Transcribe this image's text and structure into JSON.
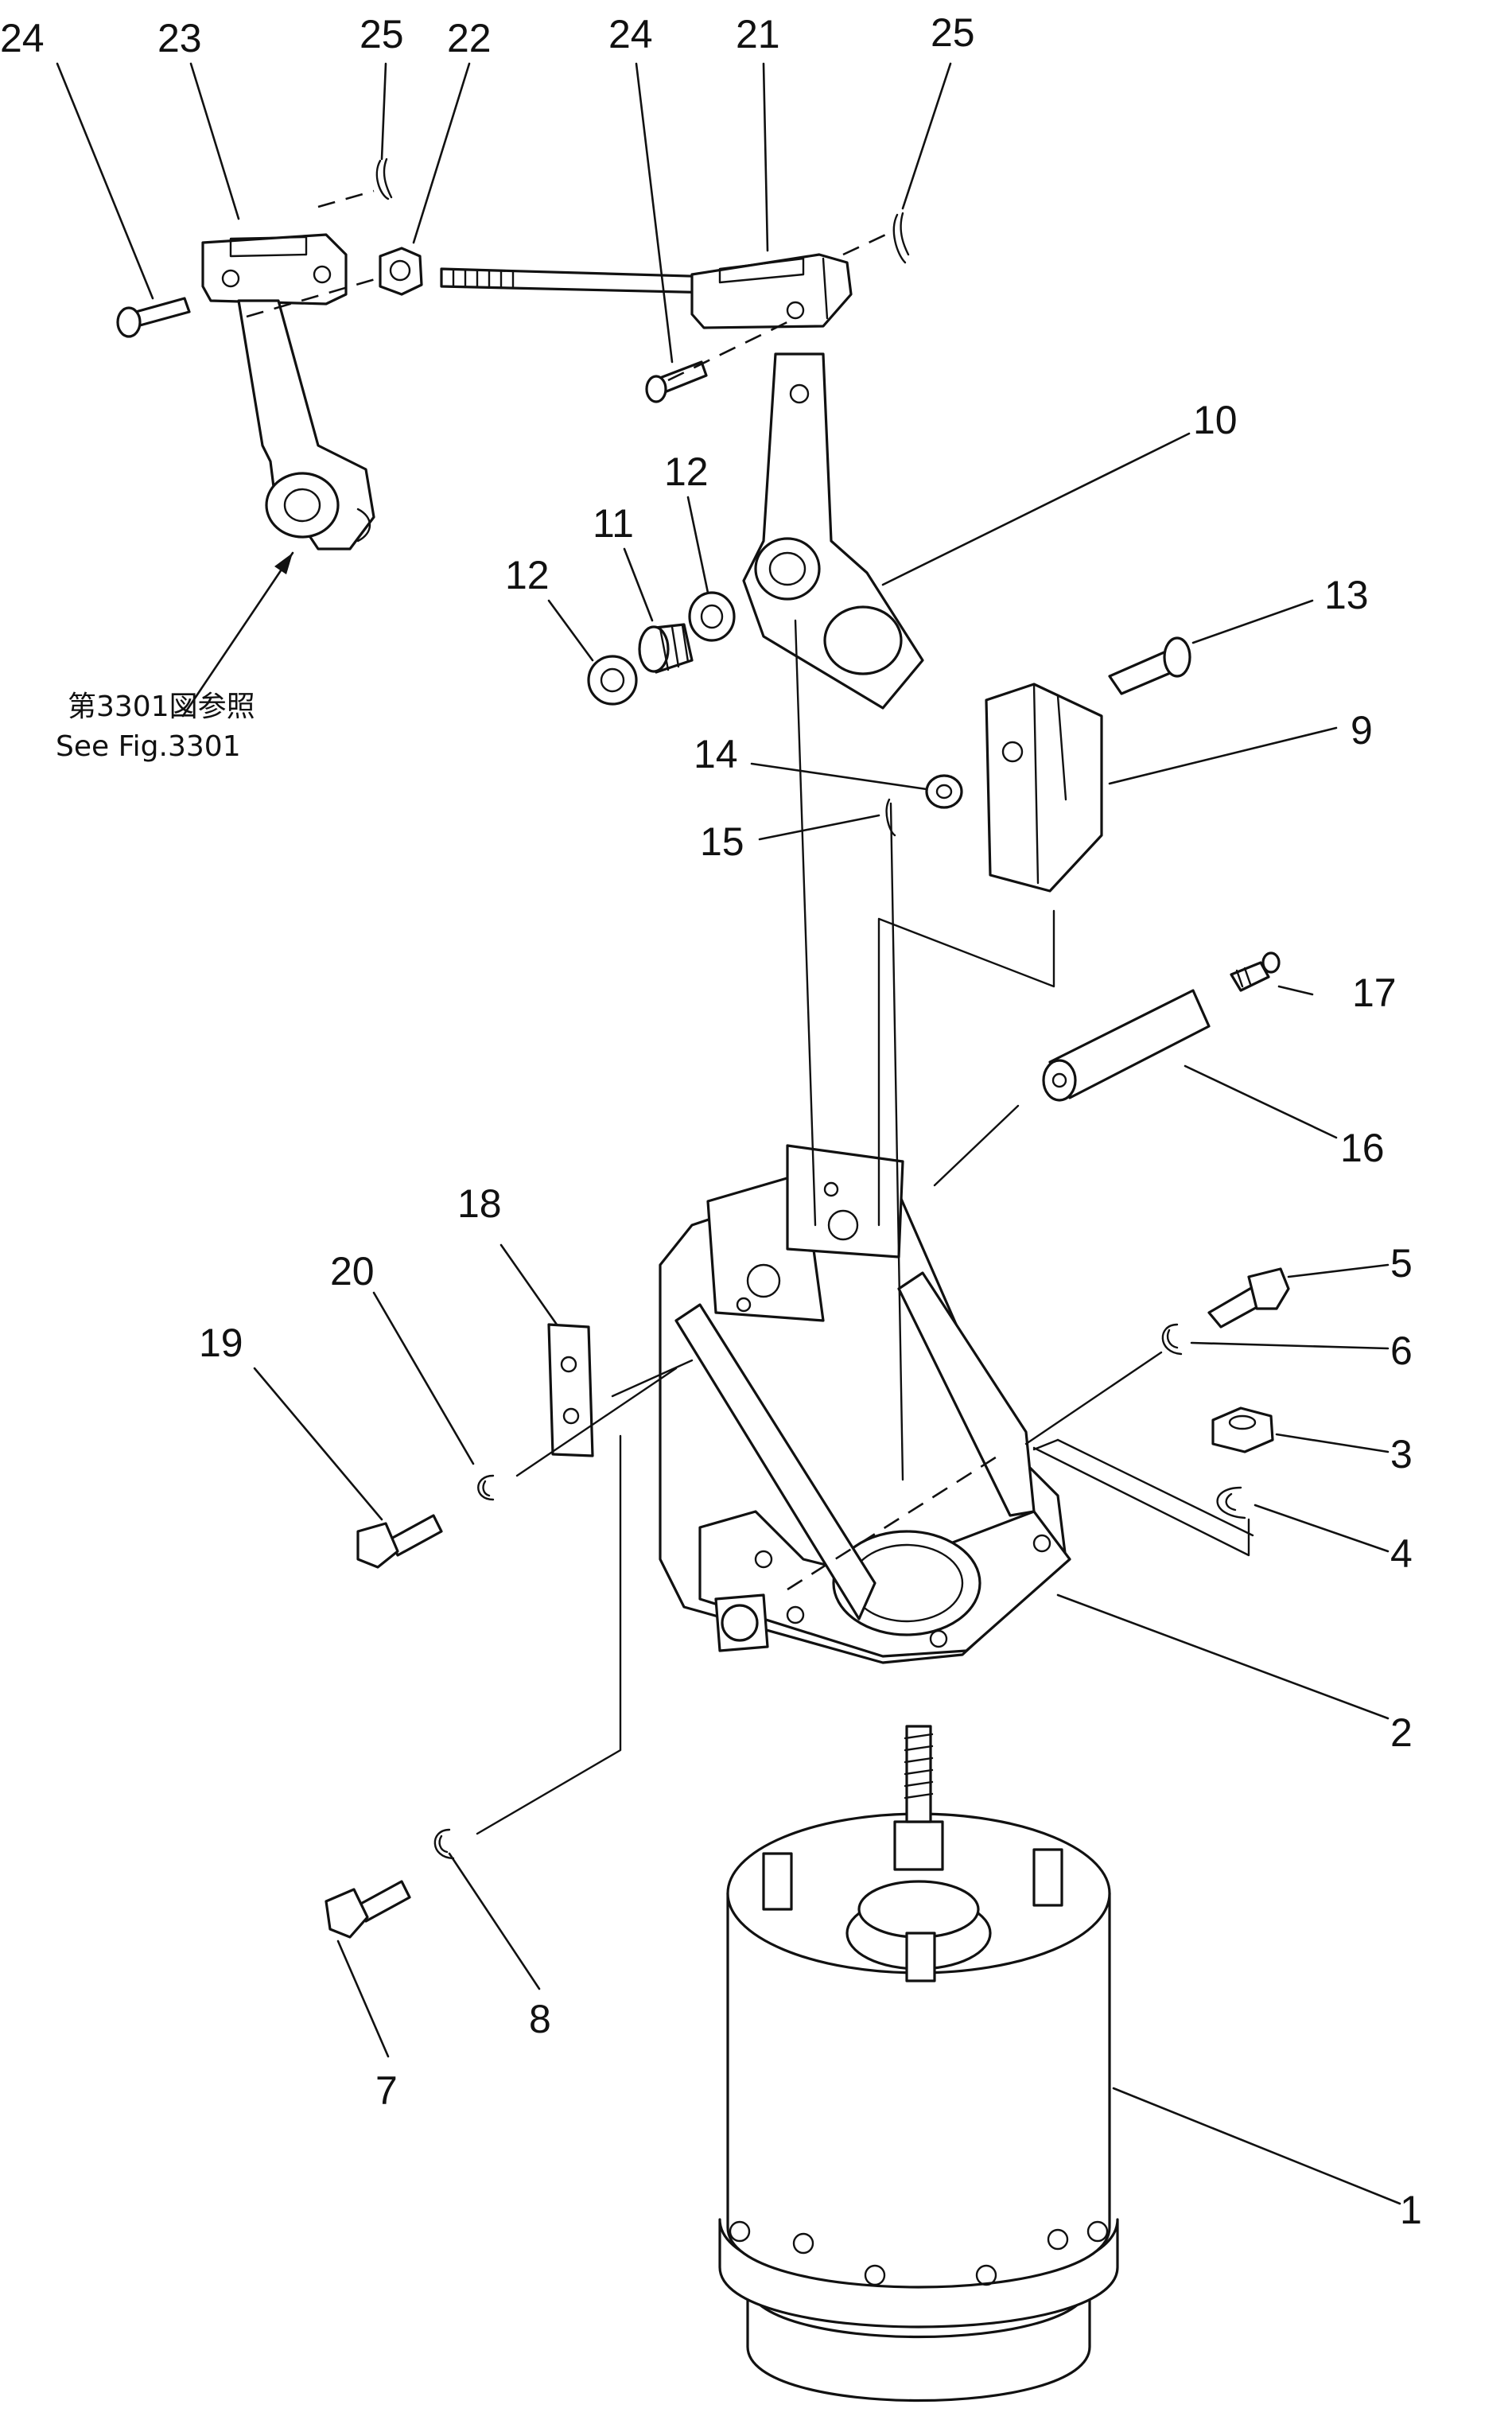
{
  "reference_note": {
    "line1": "第3301図参照",
    "line2": "See Fig.3301"
  },
  "callouts": [
    "1",
    "2",
    "3",
    "4",
    "5",
    "6",
    "7",
    "8",
    "9",
    "10",
    "11",
    "12",
    "13",
    "14",
    "15",
    "16",
    "17",
    "18",
    "19",
    "20",
    "21",
    "22",
    "23",
    "24",
    "25"
  ],
  "colors": {
    "ink": "#111111",
    "paper": "#ffffff"
  }
}
